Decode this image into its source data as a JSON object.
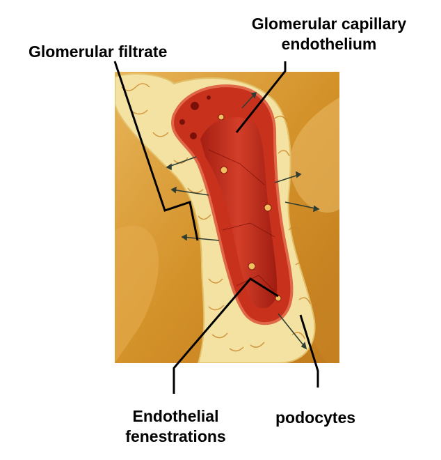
{
  "labels": {
    "glomerular_filtrate": "Glomerular filtrate",
    "capillary_endothelium_line1": "Glomerular capillary",
    "capillary_endothelium_line2": "endothelium",
    "endothelial_fenestrations_line1": "Endothelial",
    "endothelial_fenestrations_line2": "fenestrations",
    "podocytes": "podocytes"
  },
  "colors": {
    "background_panel": "#d89a2e",
    "podocyte_layer": "#f3e2a2",
    "capillary_wall": "#c8321c",
    "capillary_lumen": "#b3261a",
    "leader_lines": "#000000"
  }
}
